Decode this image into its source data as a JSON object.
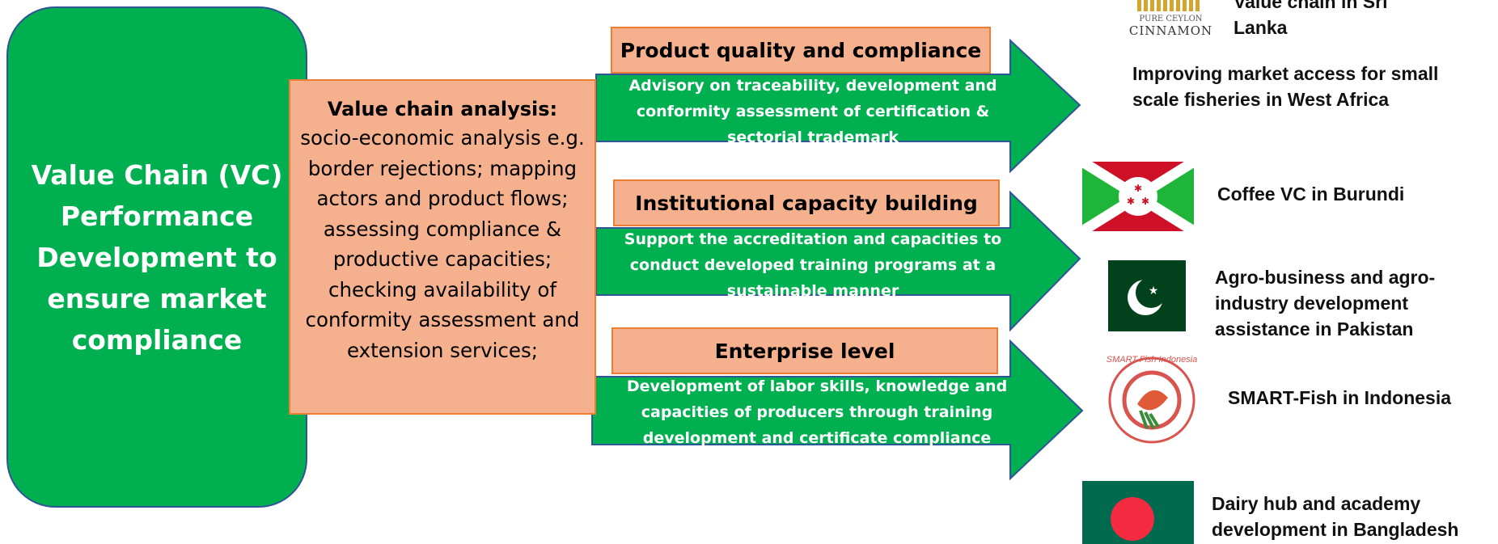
{
  "vc_box": {
    "title": "Value Chain (VC) Performance Development to ensure market compliance"
  },
  "analysis": {
    "heading": "Value chain analysis:",
    "body": "socio-economic analysis e.g. border rejections; mapping actors and product flows; assessing compliance & productive capacities; checking availability of conformity assessment and extension services;"
  },
  "arrows": [
    {
      "label": "Product quality and compliance",
      "text": "Advisory on traceability, development and conformity assessment of certification & sectorial trademark"
    },
    {
      "label": "Institutional capacity building",
      "text": "Support the accreditation and capacities to conduct developed training programs at a sustainable manner"
    },
    {
      "label": "Enterprise level",
      "text": "Development of labor skills, knowledge and capacities of producers through training development and certificate compliance"
    }
  ],
  "projects": [
    {
      "label": "Value chain in Sri Lanka",
      "logo_text_top": "PURE CEYLON",
      "logo_text_bottom": "CINNAMON"
    },
    {
      "label": "Improving market access for small scale fisheries in West Africa"
    },
    {
      "label": "Coffee VC in Burundi",
      "icon": "burundi-flag"
    },
    {
      "label": "Agro-business and agro-industry development assistance in Pakistan",
      "icon": "pakistan-flag"
    },
    {
      "label": "SMART-Fish in Indonesia",
      "icon": "smart-fish-logo",
      "logo_text": "SMART-Fish Indonesia"
    },
    {
      "label": "Dairy hub and academy development in Bangladesh",
      "icon": "bangladesh-flag"
    }
  ],
  "colors": {
    "green": "#00b050",
    "orange_fill": "#f5b18e",
    "orange_border": "#ed7d31",
    "arrow_border": "#2f5597"
  }
}
